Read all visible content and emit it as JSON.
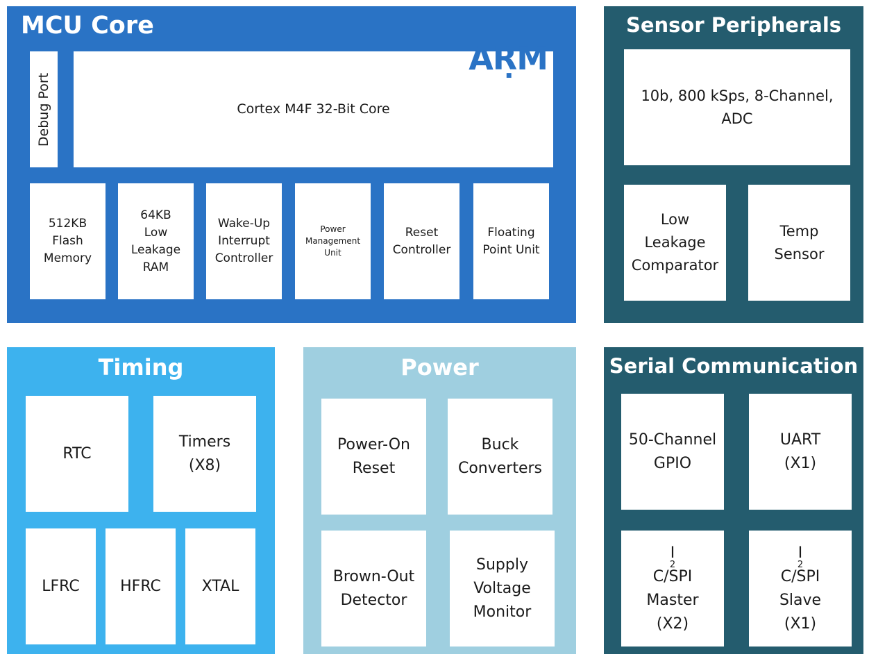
{
  "colors": {
    "mcu": "#2a73c5",
    "dark": "#245c6e",
    "timing": "#3db2ee",
    "power": "#9fcfe0",
    "arm": "#2a73c5",
    "box": "#ffffff"
  },
  "mcu_core": {
    "title": "MCU Core",
    "debug_port": "Debug Port",
    "arm_logo": "ARM",
    "core_label": "Cortex M4F 32-Bit Core",
    "blocks": [
      "512KB\nFlash\nMemory",
      "64KB\nLow\nLeakage\nRAM",
      "Wake-Up\nInterrupt\nController",
      "Power\nManagement\nUnit",
      "Reset\nController",
      "Floating\nPoint Unit"
    ]
  },
  "sensor_peripherals": {
    "title": "Sensor Peripherals",
    "adc": "10b, 800 kSps, 8-Channel,\nADC",
    "comparator": "Low\nLeakage\nComparator",
    "temp_sensor": "Temp\nSensor"
  },
  "timing": {
    "title": "Timing",
    "rtc": "RTC",
    "timers": "Timers\n(X8)",
    "lfrc": "LFRC",
    "hfrc": "HFRC",
    "xtal": "XTAL"
  },
  "power": {
    "title": "Power",
    "por": "Power-On\nReset",
    "buck": "Buck\nConverters",
    "bod": "Brown-Out\nDetector",
    "svm": "Supply\nVoltage\nMonitor"
  },
  "serial": {
    "title": "Serial Communication",
    "gpio": "50-Channel\nGPIO",
    "uart": "UART\n(X1)",
    "master_i": "I",
    "master_sup": "2",
    "master_rest": "C/SPI",
    "master_lines": "Master\n(X2)",
    "slave_i": "I",
    "slave_sup": "2",
    "slave_rest": "C/SPI",
    "slave_lines": "Slave\n(X1)"
  }
}
